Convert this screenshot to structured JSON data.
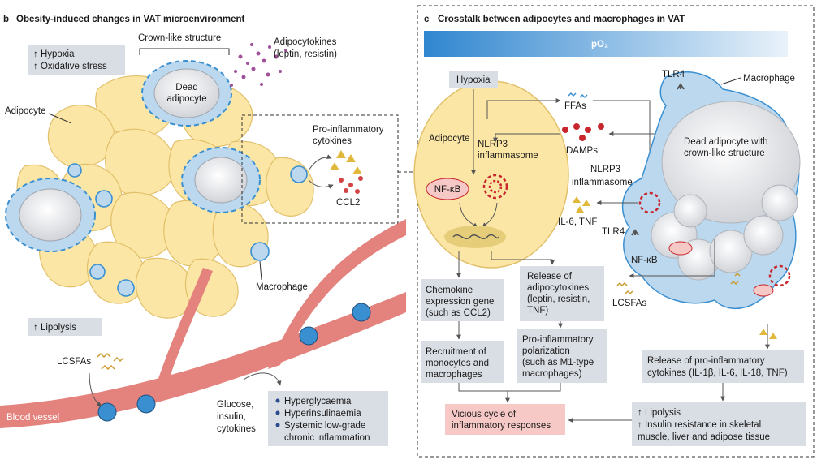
{
  "panel_b": {
    "letter": "b",
    "title": "Obesity-induced changes in VAT microenvironment",
    "hypoxia": "↑ Hypoxia",
    "oxidative": "↑ Oxidative stress",
    "crown": "Crown-like structure",
    "dead1": "Dead",
    "dead2": "adipocyte",
    "adipo_kines1": "Adipocytokines",
    "adipo_kines2": "(leptin, resistin)",
    "adipocyte": "Adipocyte",
    "proinf1": "Pro-inflammatory",
    "proinf2": "cytokines",
    "ccl2": "CCL2",
    "macrophage": "Macrophage",
    "lipolysis": "↑ Lipolysis",
    "lcsfas": "LCSFAs",
    "blood_vessel": "Blood vessel",
    "glucose1": "Glucose,",
    "glucose2": "insulin,",
    "glucose3": "cytokines",
    "effects": [
      "Hyperglycaemia",
      "Hyperinsulinaemia",
      "Systemic low-grade",
      "chronic inflammation"
    ]
  },
  "panel_c": {
    "letter": "c",
    "title": "Crosstalk between adipocytes and macrophages in VAT",
    "po2": "pO₂",
    "hypoxia": "Hypoxia",
    "ffas": "FFAs",
    "tlr4_top": "TLR4",
    "macrophage": "Macrophage",
    "adipocyte": "Adipocyte",
    "damps": "DAMPs",
    "dead1": "Dead adipocyte with",
    "dead2": "crown-like structure",
    "nlrp3_a1": "NLRP3",
    "nlrp3_a2": "inflammasome",
    "nlrp3_b1": "NLRP3",
    "nlrp3_b2": "inflammasome",
    "nfkb_a": "NF-κB",
    "nfkb_b": "NF-κB",
    "il6": "IL-6, TNF",
    "tlr4_mid": "TLR4",
    "lcsfas": "LCSFAs",
    "chemokine": [
      "Chemokine",
      "expression gene",
      "(such as CCL2)"
    ],
    "release_adipo": [
      "Release of",
      "adipocytokines",
      "(leptin, resistin,",
      "TNF)"
    ],
    "recruitment": [
      "Recruitment of",
      "monocytes and",
      "macrophages"
    ],
    "polarization": [
      "Pro-inflammatory",
      "polarization",
      "(such as M1-type",
      "macrophages)"
    ],
    "release_cyto": [
      "Release of pro-inflammatory",
      "cytokines (IL-1β, IL-6, IL-18, TNF)"
    ],
    "vicious": [
      "Vicious cycle of",
      "inflammatory responses"
    ],
    "outcome": [
      "↑ Lipolysis",
      "↑ Insulin resistance in skeletal",
      "muscle, liver and adipose tissue"
    ]
  },
  "colors": {
    "adipocyte_fill": "#fbe6a6",
    "adipocyte_stroke": "#e2c06a",
    "macrophage_fill": "#bcd8ee",
    "macrophage_stroke": "#3a8fd0",
    "vessel": "#e4827d",
    "label_box": "#d9dde4",
    "vicious_box": "#f6c9c6",
    "po2_bar": "#3b8fd2",
    "inflammasome": "#c8262c",
    "adipokine_dots": "#a0519a"
  }
}
